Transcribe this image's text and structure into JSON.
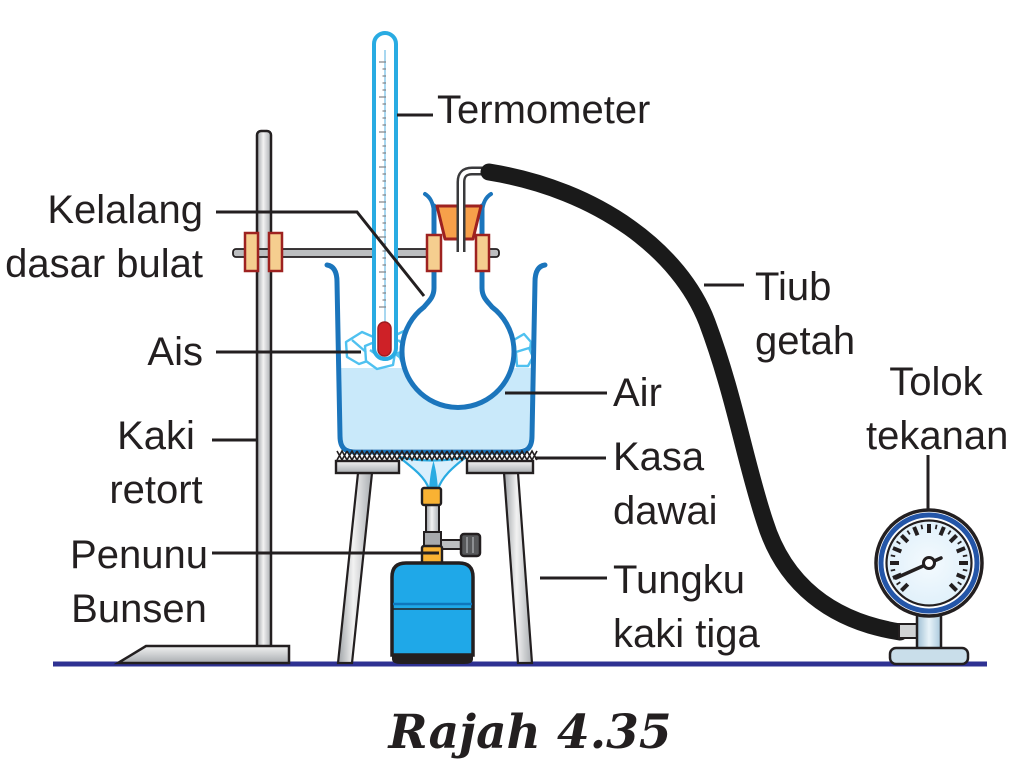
{
  "figure": {
    "caption": "Rajah 4.35",
    "type": "labelled apparatus diagram",
    "colors": {
      "outline": "#231F20",
      "glass_blue": "#1B75BC",
      "cyan_blue": "#29ABE2",
      "water_fill": "#C9E9FA",
      "flame_fill": "#D9EFFC",
      "burner_cylinder_blue": "#1FA8E8",
      "yellow": "#F9B233",
      "stopper_orange": "#F7A04A",
      "stopper_outline": "#9E2220",
      "clamp_tan": "#F5CE8F",
      "metal_gray": "#D1D3D4",
      "rubber_tube_black": "#1A1A1A",
      "gauge_ring_blue": "#2456A8",
      "gauge_face": "#EAF5FC",
      "ground_line": "#2E3192",
      "thermometer_bulb_red": "#CE2127"
    }
  },
  "labels": {
    "termometer": "Termometer",
    "kelalang_dasar_bulat": [
      "Kelalang",
      "dasar bulat"
    ],
    "ais": "Ais",
    "kaki_retort": [
      "Kaki",
      "retort"
    ],
    "penunu_bunsen": [
      "Penunu",
      "Bunsen"
    ],
    "air": "Air",
    "kasa_dawai": [
      "Kasa",
      "dawai"
    ],
    "tungku_kaki_tiga": [
      "Tungku",
      "kaki tiga"
    ],
    "tiub_getah": [
      "Tiub",
      "getah"
    ],
    "tolok_tekanan": [
      "Tolok",
      "tekanan"
    ]
  }
}
